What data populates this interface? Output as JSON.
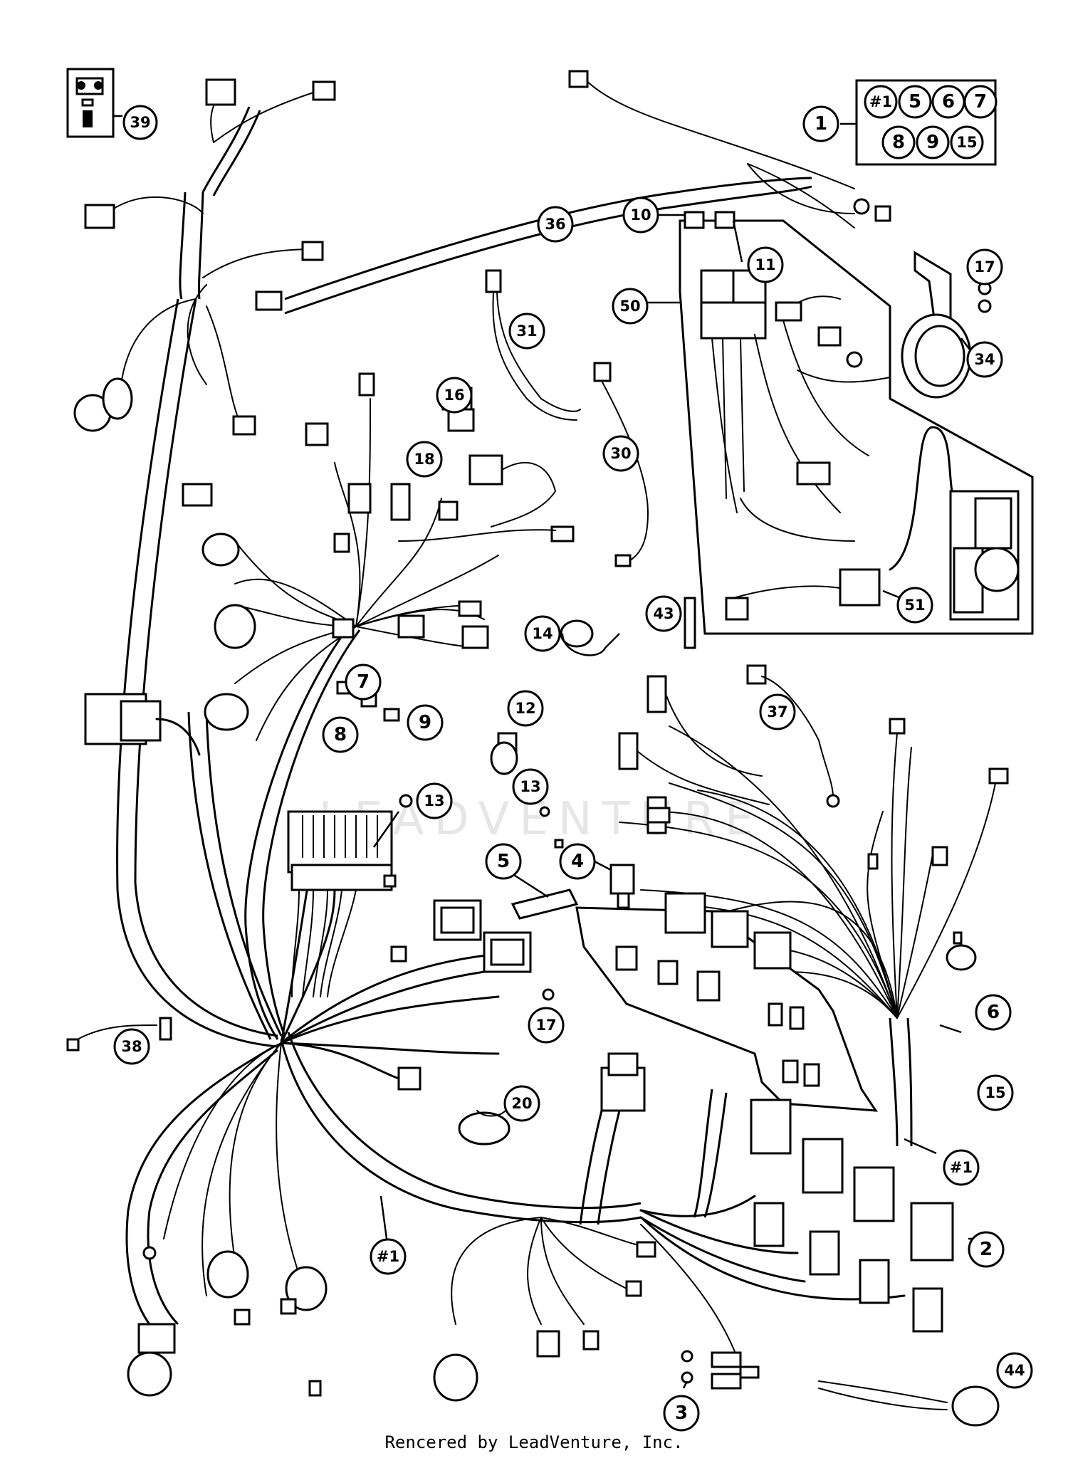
{
  "watermark": "LEADVENTURE",
  "credit": "Rencered by LeadVenture, Inc.",
  "callouts": [
    {
      "id": "c1",
      "label": "1"
    },
    {
      "id": "c1a",
      "label": "#1"
    },
    {
      "id": "c5a",
      "label": "5"
    },
    {
      "id": "c6a",
      "label": "6"
    },
    {
      "id": "c7a",
      "label": "7"
    },
    {
      "id": "c8a",
      "label": "8"
    },
    {
      "id": "c9a",
      "label": "9"
    },
    {
      "id": "c15a",
      "label": "15"
    },
    {
      "id": "c2",
      "label": "2"
    },
    {
      "id": "c3",
      "label": "3"
    },
    {
      "id": "c4",
      "label": "4"
    },
    {
      "id": "c5",
      "label": "5"
    },
    {
      "id": "c6",
      "label": "6"
    },
    {
      "id": "c7",
      "label": "7"
    },
    {
      "id": "c8",
      "label": "8"
    },
    {
      "id": "c9",
      "label": "9"
    },
    {
      "id": "c10",
      "label": "10"
    },
    {
      "id": "c11",
      "label": "11"
    },
    {
      "id": "c12",
      "label": "12"
    },
    {
      "id": "c13a",
      "label": "13"
    },
    {
      "id": "c13b",
      "label": "13"
    },
    {
      "id": "c14",
      "label": "14"
    },
    {
      "id": "c15",
      "label": "15"
    },
    {
      "id": "c16",
      "label": "16"
    },
    {
      "id": "c17a",
      "label": "17"
    },
    {
      "id": "c17b",
      "label": "17"
    },
    {
      "id": "c18",
      "label": "18"
    },
    {
      "id": "c20",
      "label": "20"
    },
    {
      "id": "c30",
      "label": "30"
    },
    {
      "id": "c31",
      "label": "31"
    },
    {
      "id": "c34",
      "label": "34"
    },
    {
      "id": "c36",
      "label": "36"
    },
    {
      "id": "c37",
      "label": "37"
    },
    {
      "id": "c38",
      "label": "38"
    },
    {
      "id": "c39",
      "label": "39"
    },
    {
      "id": "c43",
      "label": "43"
    },
    {
      "id": "c44",
      "label": "44"
    },
    {
      "id": "c50",
      "label": "50"
    },
    {
      "id": "c51",
      "label": "51"
    },
    {
      "id": "cH1",
      "label": "#1"
    },
    {
      "id": "cH2",
      "label": "#1"
    }
  ]
}
